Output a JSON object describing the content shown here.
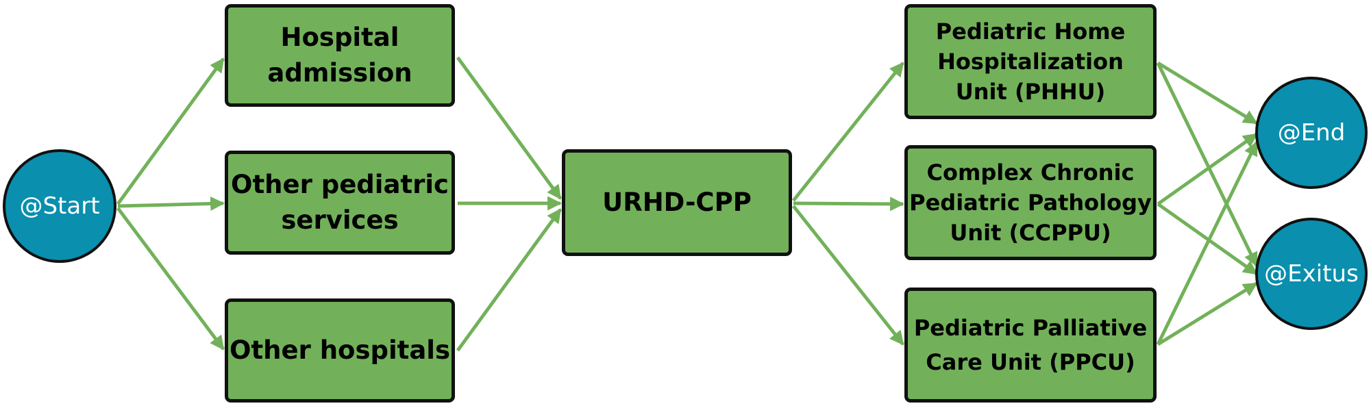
{
  "colors": {
    "box_fill": "#72b15a",
    "box_border": "#111111",
    "circle_fill": "#0a8fae",
    "arrow": "#72b15a",
    "circle_text": "#ffffff",
    "box_text": "#000000"
  },
  "nodes": {
    "start": "@Start",
    "hospital_admission": "Hospital\nadmission",
    "other_pediatric_services": "Other pediatric\nservices",
    "other_hospitals": "Other hospitals",
    "urhd_cpp": "URHD-CPP",
    "phhu": "Pediatric Home\nHospitalization\nUnit (PHHU)",
    "ccppu": "Complex Chronic\nPediatric Pathology\nUnit (CCPPU)",
    "ppcu": "Pediatric Palliative\nCare Unit (PPCU)",
    "end": "@End",
    "exitus": "@Exitus"
  },
  "edges": [
    {
      "from": "start",
      "to": "hospital_admission"
    },
    {
      "from": "start",
      "to": "other_pediatric_services"
    },
    {
      "from": "start",
      "to": "other_hospitals"
    },
    {
      "from": "hospital_admission",
      "to": "urhd_cpp"
    },
    {
      "from": "other_pediatric_services",
      "to": "urhd_cpp"
    },
    {
      "from": "other_hospitals",
      "to": "urhd_cpp"
    },
    {
      "from": "urhd_cpp",
      "to": "phhu"
    },
    {
      "from": "urhd_cpp",
      "to": "ccppu"
    },
    {
      "from": "urhd_cpp",
      "to": "ppcu"
    },
    {
      "from": "phhu",
      "to": "end"
    },
    {
      "from": "phhu",
      "to": "exitus"
    },
    {
      "from": "ccppu",
      "to": "end"
    },
    {
      "from": "ccppu",
      "to": "exitus"
    },
    {
      "from": "ppcu",
      "to": "end"
    },
    {
      "from": "ppcu",
      "to": "exitus"
    }
  ]
}
